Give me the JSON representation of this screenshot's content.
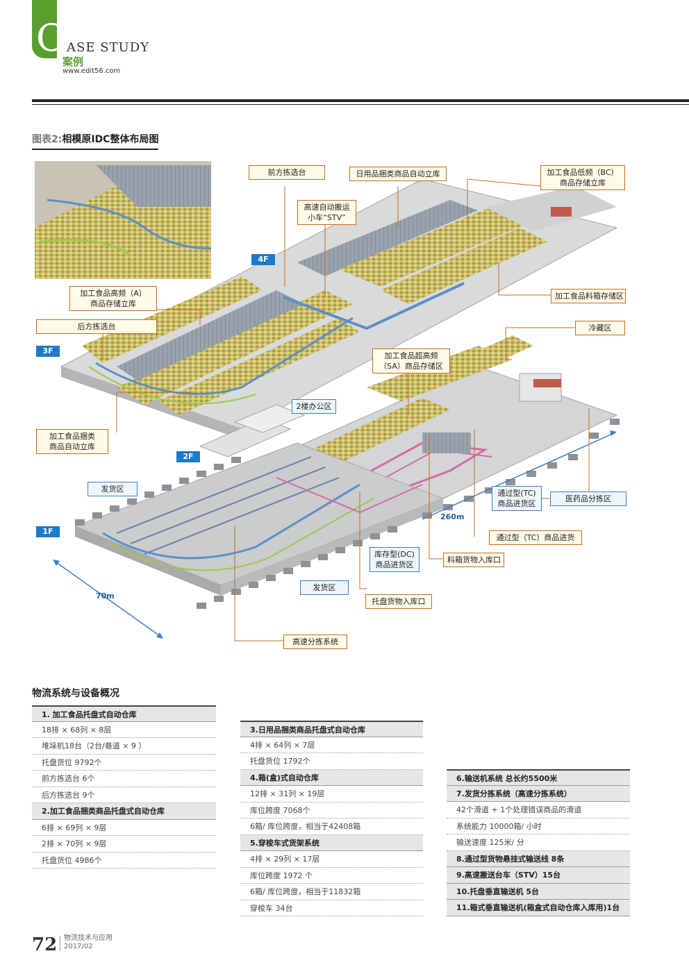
{
  "header": {
    "big_letter": "C",
    "case_rest": "ASE STUDY",
    "cn_case": "案例",
    "site": "www.edit56.com"
  },
  "figure": {
    "prefix": "图表2:",
    "title": "相模原IDC整体布局图"
  },
  "floors": {
    "f4": "4F",
    "f3": "3F",
    "f2": "2F",
    "f1": "1F"
  },
  "callouts": {
    "front_picking": "前方拣选台",
    "daily_goods_rack": "日用品捆类商品自动立库",
    "processed_bc": "加工食品低频（BC）\n商品存储立库",
    "stv": "高速自动搬运\n小车“STV”",
    "processed_a": "加工食品高频（A）\n商品存储立库",
    "rear_picking": "后方拣选台",
    "processed_bin": "加工食品料箱存储区",
    "cold_storage": "冷藏区",
    "processed_sa": "加工食品超高频\n（SA）商品存储区",
    "office_2f": "2楼办公区",
    "processed_bundle": "加工食品捆类\n商品自动立库",
    "shipping_area_left": "发货区",
    "tc_receiving_area": "通过型(TC)\n商品进货区",
    "pharma_sorting": "医药品分拣区",
    "tc_receiving": "通过型（TC）商品进货",
    "dc_receiving_area": "库存型(DC)\n商品进货区",
    "bin_inbound": "料箱货物入库口",
    "shipping_area_bottom": "发货区",
    "pallet_inbound": "托盘货物入库口",
    "high_speed_sorter": "高速分拣系统",
    "dim_260": "260m",
    "dim_70": "70m"
  },
  "systems": {
    "section_title": "物流系统与设备概况",
    "col1": [
      {
        "text": "1. 加工食品托盘式自动仓库",
        "head": true
      },
      {
        "text": "18排 × 68列 × 8层"
      },
      {
        "text": "堆垛机18台（2台/巷道 × 9 ）"
      },
      {
        "text": "托盘货位  9792个"
      },
      {
        "text": "前方拣选台  6个"
      },
      {
        "text": "后方拣选台  9个"
      },
      {
        "text": "2.加工食品捆类商品托盘式自动仓库",
        "head": true
      },
      {
        "text": " 6排 × 69列 × 9层"
      },
      {
        "text": "2排 × 70列 × 9层"
      },
      {
        "text": "托盘货位  4986个"
      }
    ],
    "col2": [
      {
        "text": "3.日用品捆类商品托盘式自动仓库",
        "head": true
      },
      {
        "text": " 4排 × 64列 × 7层"
      },
      {
        "text": "托盘货位  1792个"
      },
      {
        "text": "4.箱(盒)式自动仓库",
        "head": true
      },
      {
        "text": "12排 × 31列 × 19层"
      },
      {
        "text": "库位跨度 7068个"
      },
      {
        "text": " 6箱/ 库位跨度，相当于42408箱"
      },
      {
        "text": "5.穿梭车式货架系统",
        "head": true
      },
      {
        "text": "4排 × 29列 × 17层"
      },
      {
        "text": "库位跨度 1972 个"
      },
      {
        "text": "6箱/ 库位跨度，相当于11832箱"
      },
      {
        "text": "穿梭车  34台"
      }
    ],
    "col3": [
      {
        "text": "6.输送机系统  总长约5500米",
        "head": true
      },
      {
        "text": "7.发货分拣系统（高速分拣系统）",
        "head": true
      },
      {
        "text": "42个滑道  +  1个处理错误商品的滑道"
      },
      {
        "text": "系统能力 10000箱/ 小时"
      },
      {
        "text": " 输送速度 125米/ 分"
      },
      {
        "text": "8.通过型货物悬挂式输送线  8条",
        "head": true
      },
      {
        "text": "9.高速搬送台车（STV）15台",
        "head": true
      },
      {
        "text": "10.托盘垂直输送机  5台",
        "head": true
      },
      {
        "text": " 11.箱式垂直输送机(箱盒式自动仓库入库用)1台",
        "head": true
      }
    ]
  },
  "footer": {
    "page_number": "72",
    "magazine": "物流技术与应用",
    "issue": "2017/02"
  },
  "colors": {
    "brand_green": "#5a9e2f",
    "callout_border": "#c96a1c",
    "floor_badge": "#1d7ac8"
  }
}
